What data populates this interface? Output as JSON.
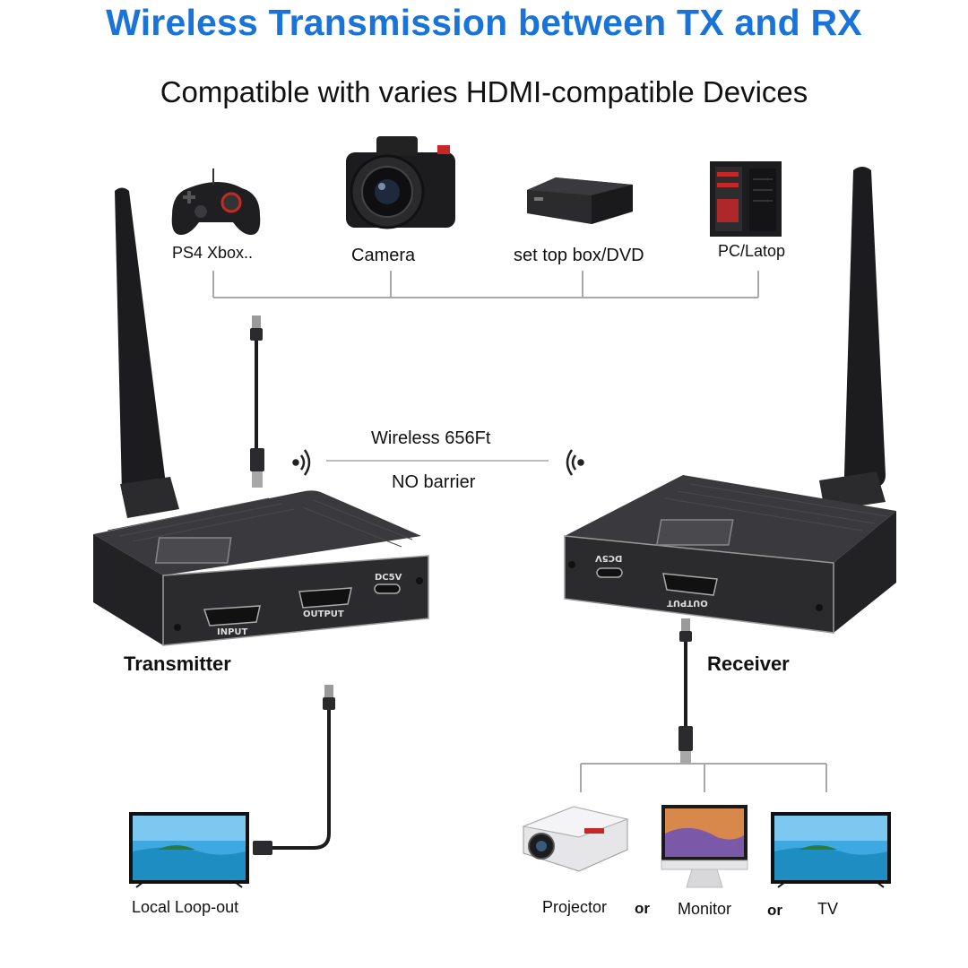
{
  "title": "Wireless Transmission between TX and RX",
  "subtitle": "Compatible with varies HDMI-compatible Devices",
  "sources": [
    {
      "label": "PS4 Xbox..",
      "icon": "gamepad-icon"
    },
    {
      "label": "Camera",
      "icon": "camera-icon"
    },
    {
      "label": "set top box/DVD",
      "icon": "set-top-box-icon"
    },
    {
      "label": "PC/Latop",
      "icon": "pc-tower-icon"
    }
  ],
  "wireless": {
    "range": "Wireless 656Ft",
    "note": "NO barrier"
  },
  "transmitter": {
    "label": "Transmitter",
    "ports": {
      "input": "INPUT",
      "output": "OUTPUT",
      "power": "DC5V"
    }
  },
  "receiver": {
    "label": "Receiver",
    "ports": {
      "output": "OUTPUT",
      "power": "DC5V"
    }
  },
  "loopout": {
    "label": "Local Loop-out"
  },
  "displays": {
    "projector": "Projector",
    "monitor": "Monitor",
    "tv": "TV",
    "or": "or"
  },
  "colors": {
    "title": "#1a73d9",
    "device_body": "#2b2b2e",
    "line": "#999999"
  }
}
